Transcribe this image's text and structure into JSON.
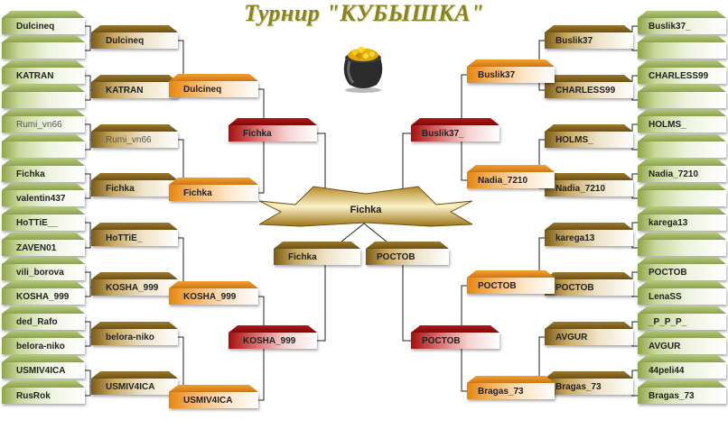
{
  "title": "Турнир \"КУБЫШКА\"",
  "colors": {
    "round1": "#9db060",
    "round2": "#7a5c17",
    "round3": "#e6860e",
    "semi": "#a50f0f",
    "final": "#7a5c17",
    "line": "#222222"
  },
  "icons": {
    "trophy": "pot-of-gold-icon"
  },
  "champion": "Fichka",
  "left": {
    "r1": [
      "Dulcineq",
      "",
      "KATRAN",
      "",
      "Rumi_vn66",
      "",
      "Fichka",
      "valentin437",
      "HoTTiE__",
      "ZAVEN01",
      "vili_borova",
      "KOSHA_999",
      "ded_Rafo",
      "belora-niko",
      "USMIV4ICA",
      "RusRok"
    ],
    "r2": [
      "Dulcineq",
      "KATRAN",
      "Rumi_vn66",
      "Fichka",
      "HoTTiE_",
      "KOSHA_999",
      "belora-niko",
      "USMIV4ICA"
    ],
    "r3": [
      "Dulcineq",
      "Fichka",
      "KOSHA_999",
      "USMIV4ICA"
    ],
    "semi": [
      "Fichka",
      "KOSHA_999"
    ],
    "final": "Fichka"
  },
  "right": {
    "r1": [
      "Buslik37_",
      "",
      "CHARLESS99",
      "",
      "HOLMS_",
      "",
      "Nadia_7210",
      "",
      "karega13",
      "",
      "POCTOB",
      "LenaSS",
      "_P_P_P_",
      "AVGUR",
      "44peli44",
      "Bragas_73"
    ],
    "r2": [
      "Buslik37",
      "CHARLESS99",
      "HOLMS_",
      "Nadia_7210",
      "karega13",
      "POCTOB",
      "AVGUR",
      "Bragas_73"
    ],
    "r3": [
      "Buslik37",
      "Nadia_7210",
      "POCTOB",
      "Bragas_73"
    ],
    "semi": [
      "Buslik37_",
      "POCTOB"
    ],
    "final": "POCTOB"
  }
}
